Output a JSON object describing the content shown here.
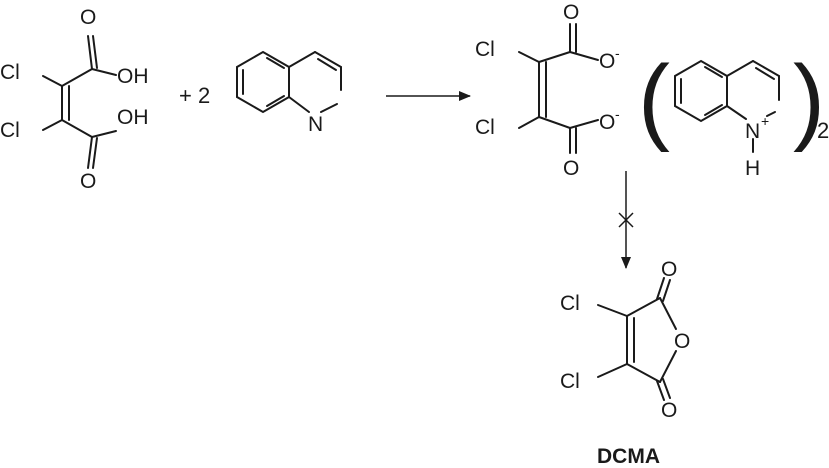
{
  "reaction": {
    "reactant_acid": {
      "cl_top": "Cl",
      "cl_bottom": "Cl",
      "oh_top": "OH",
      "oh_bottom": "OH",
      "o_top": "O",
      "o_bottom": "O"
    },
    "plus_coefficient": "+ 2",
    "quinoline": {
      "n": "N"
    },
    "product_salt": {
      "cl_top": "Cl",
      "cl_bottom": "Cl",
      "o_top": "O",
      "o_bottom": "O",
      "o_minus_top": "O",
      "o_minus_bottom": "O",
      "charge_minus": "-",
      "quinolinium_n": "N",
      "charge_plus": "+",
      "quinolinium_h": "H",
      "paren_open": "(",
      "paren_close": ")",
      "subscript": "2"
    },
    "anhydride": {
      "cl_top": "Cl",
      "cl_bottom": "Cl",
      "o_top": "O",
      "o_ring": "O",
      "o_bottom": "O",
      "name": "DCMA"
    }
  }
}
